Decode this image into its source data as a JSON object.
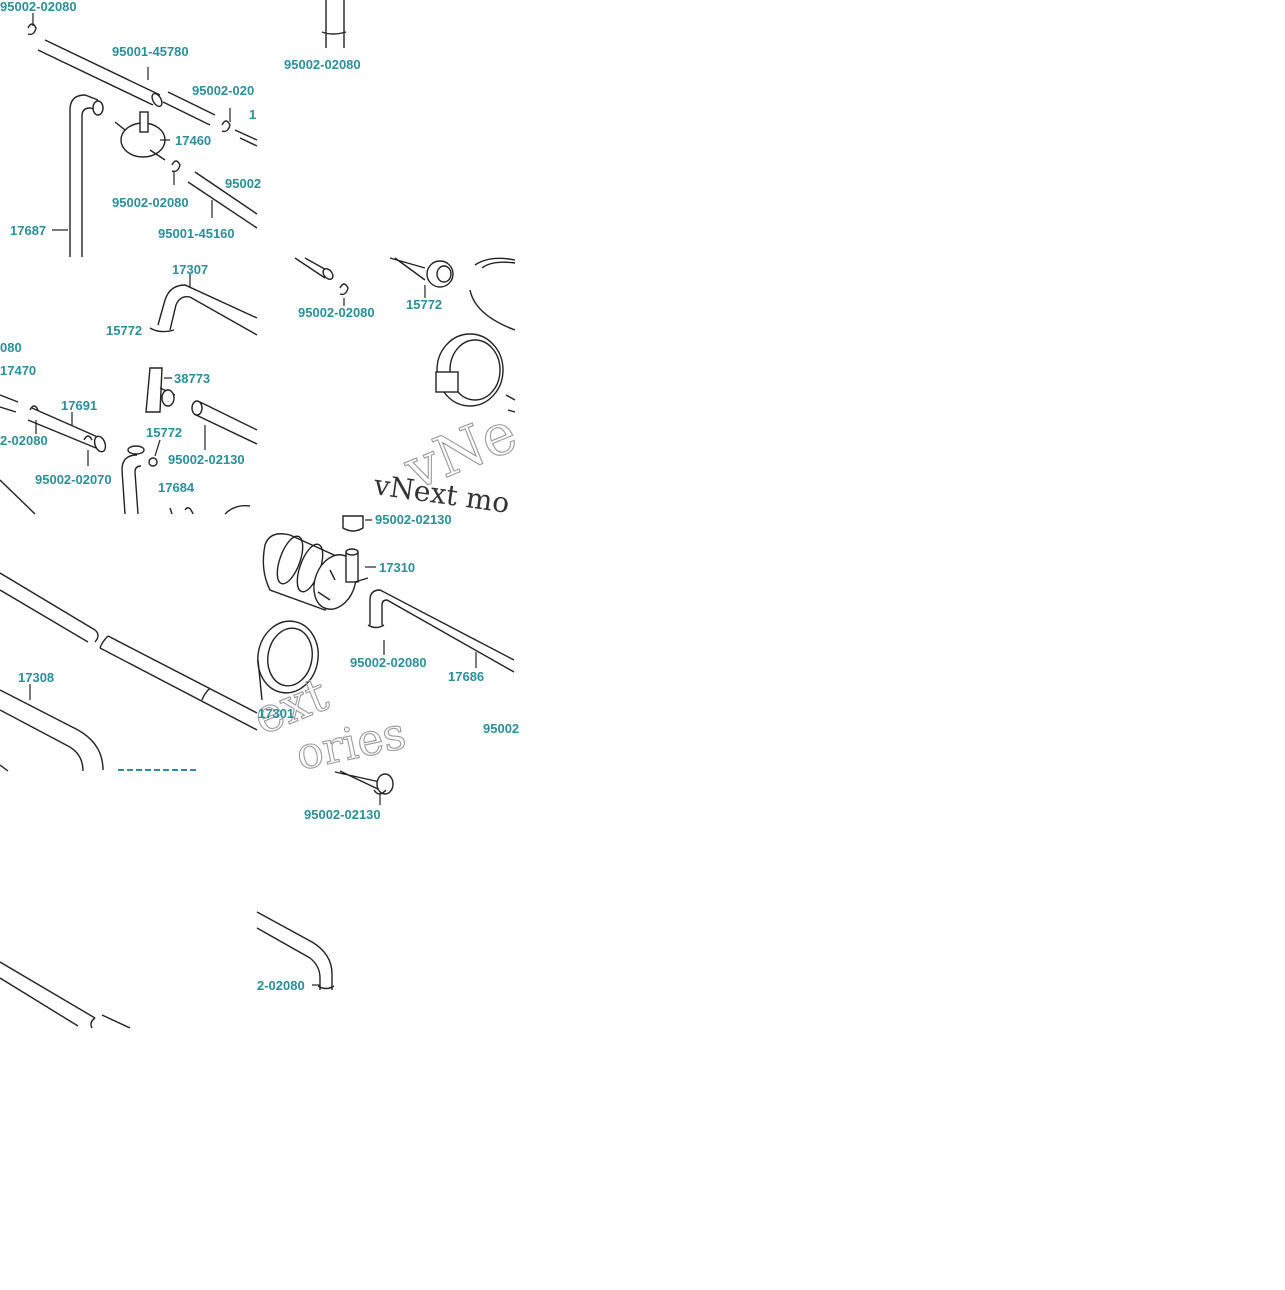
{
  "diagram": {
    "labels": [
      "95002-02080",
      "95001-45780",
      "95002-020",
      "1",
      "17460",
      "95002-02080",
      "95002",
      "95001-45160",
      "17687",
      "95002-02080",
      "17307",
      "15772",
      "080",
      "17470",
      "38773",
      "17691",
      "15772",
      "2-02080",
      "95002-02130",
      "95002-02070",
      "17684",
      "95002-02080",
      "15772",
      "95002-02130",
      "17310",
      "95002-02080",
      "17686",
      "17308",
      "17301",
      "95002-02130",
      "95002",
      "2-02080"
    ],
    "watermark": {
      "text_main": "vNext mo",
      "text_outline_1": "vNe",
      "text_outline_2": "ext",
      "text_outline_3": "ories"
    }
  }
}
